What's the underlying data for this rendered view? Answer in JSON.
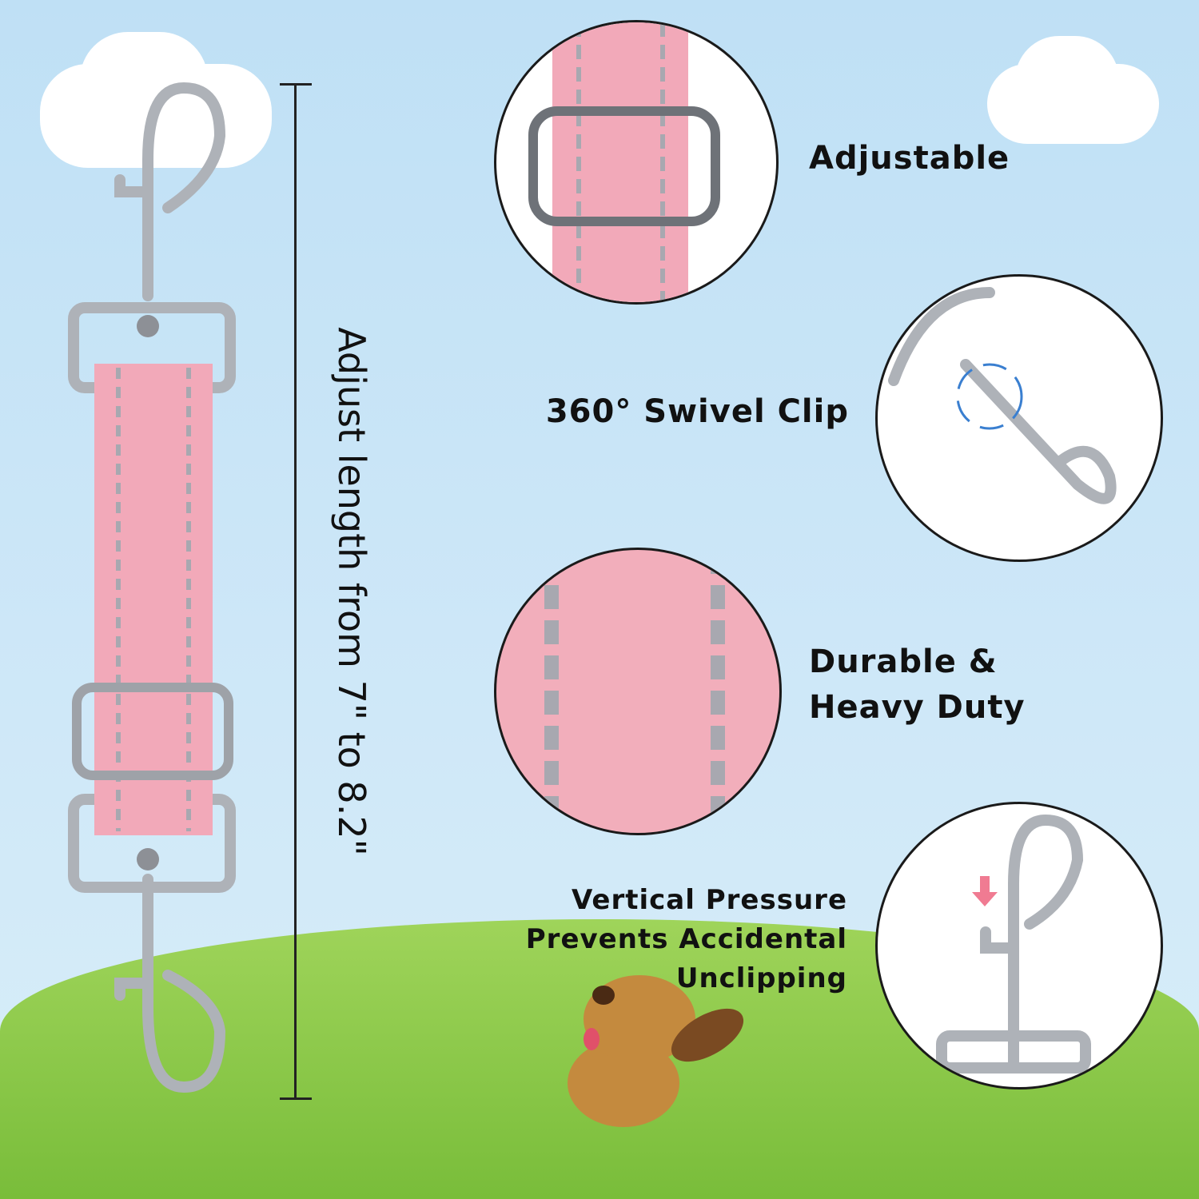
{
  "measurement": {
    "label": "Adjust length from 7\" to 8.2\""
  },
  "features": [
    {
      "label": "Adjustable"
    },
    {
      "label": "360° Swivel Clip"
    },
    {
      "lines": [
        "Durable &",
        "Heavy Duty"
      ]
    },
    {
      "lines": [
        "Vertical Pressure",
        "Prevents Accidental",
        "Unclipping"
      ]
    }
  ],
  "colors": {
    "sky": "#c5e3f6",
    "grass": "#8dcb4a",
    "strap": "#f2a9b9",
    "reflective": "#a8a8b0",
    "metal": "#b9bcc2"
  },
  "icons": [
    "swivel-rotation-arrows-icon",
    "down-arrow-icon"
  ]
}
